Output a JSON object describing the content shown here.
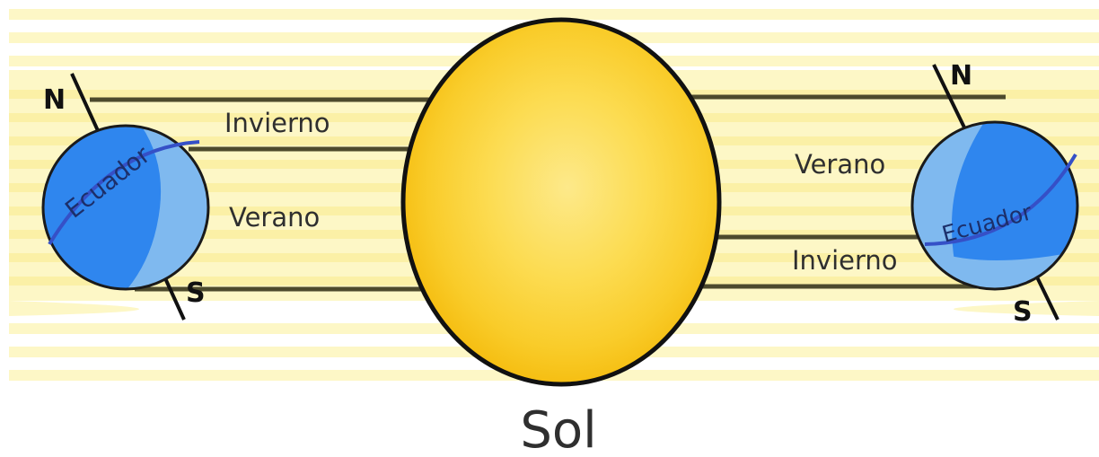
{
  "sun": {
    "label": "Sol"
  },
  "left_earth": {
    "north_label": "N",
    "south_label": "S",
    "equator_label": "Ecuador",
    "top_band_label": "Invierno",
    "bottom_band_label": "Verano"
  },
  "right_earth": {
    "north_label": "N",
    "south_label": "S",
    "equator_label": "Ecuador",
    "top_band_label": "Verano",
    "bottom_band_label": "Invierno"
  },
  "colors": {
    "ray_light": "#fdf7c6",
    "ray_dark": "#fbf0a6",
    "sun_outer": "#f7c41a",
    "sun_mid": "#fbd63c",
    "sun_inner": "#fce882",
    "ocean_dark": "#2f86ee",
    "ocean_light": "#7fb9ef",
    "equator_line": "#3550c7",
    "outline": "#1a1a1a",
    "band_line": "#4d4a2c"
  }
}
